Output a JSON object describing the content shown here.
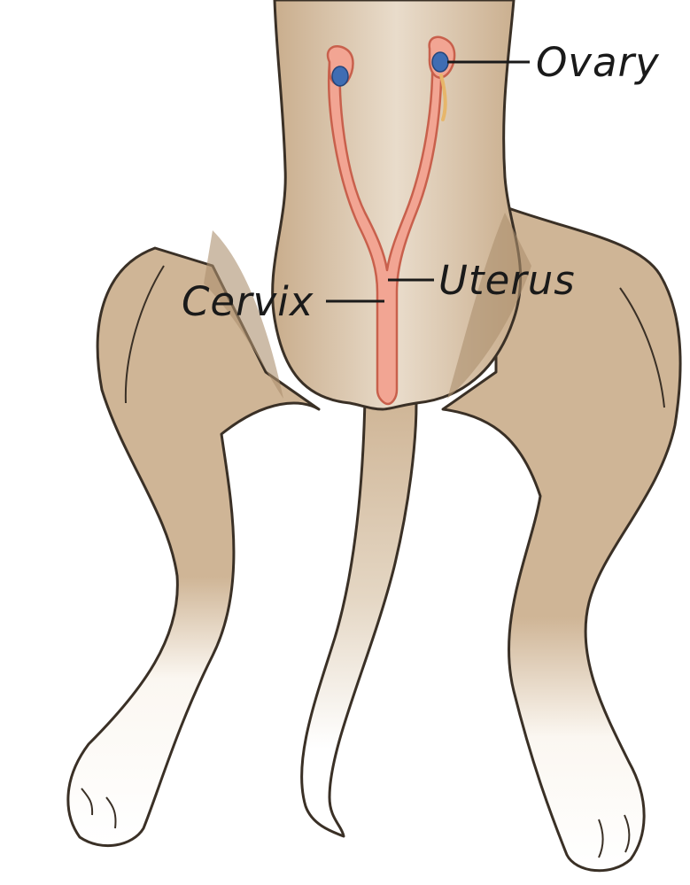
{
  "diagram": {
    "labels": {
      "ovary": "Ovary",
      "uterus": "Uterus",
      "cervix": "Cervix"
    },
    "colors": {
      "body_fill": "#cfb596",
      "body_light": "#e6d8c4",
      "body_shadow": "#ab8f6e",
      "outline": "#3a3026",
      "uterus_fill": "#f2a593",
      "uterus_outline": "#c8604c",
      "ovary_fill": "#3f6db3",
      "paw_fill": "#ffffff"
    }
  }
}
